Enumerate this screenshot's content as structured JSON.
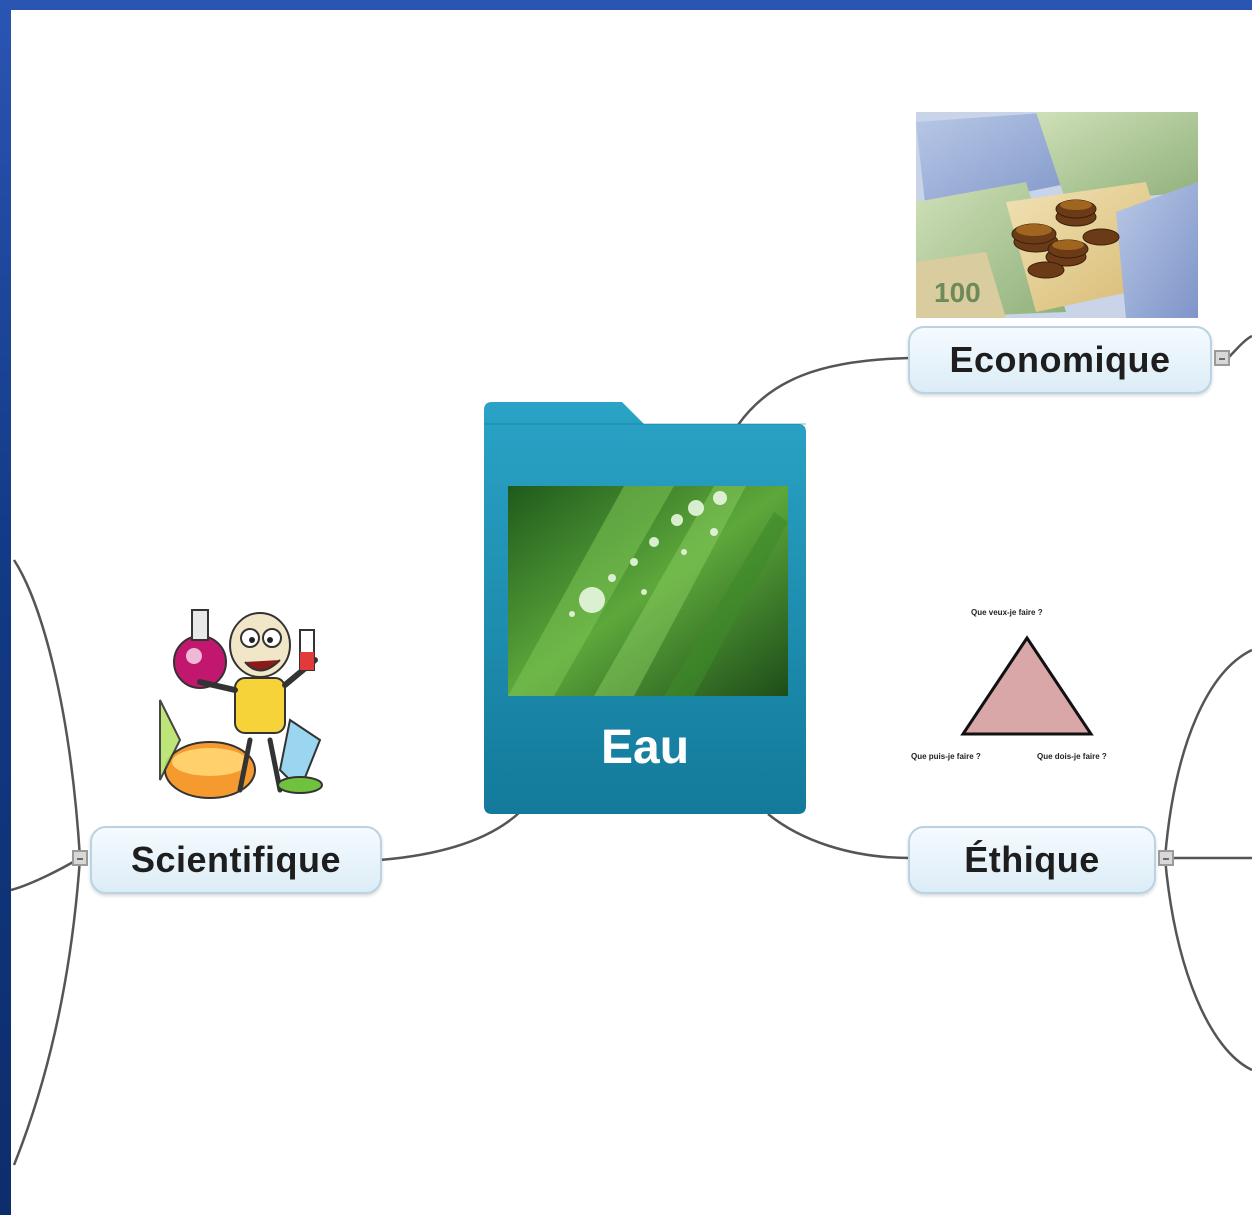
{
  "central_topic": {
    "label": "Eau"
  },
  "topics": {
    "economique": "Economique",
    "scientifique": "Scientifique",
    "ethique": "Éthique"
  },
  "ethique_triangle": {
    "top_caption": "Que veux-je faire ?",
    "left_caption": "Que puis-je faire ?",
    "right_caption": "Que dois-je faire ?"
  },
  "colors": {
    "frame": "#1b3f8f",
    "central_node": "#1f8fb0",
    "topic_fill": "#dcecf6",
    "connector": "#555555"
  },
  "images": {
    "economique": "money-image",
    "central": "water-drops-leaf-image",
    "scientifique": "scientist-cartoon-image",
    "ethique": "ethics-triangle-diagram"
  }
}
